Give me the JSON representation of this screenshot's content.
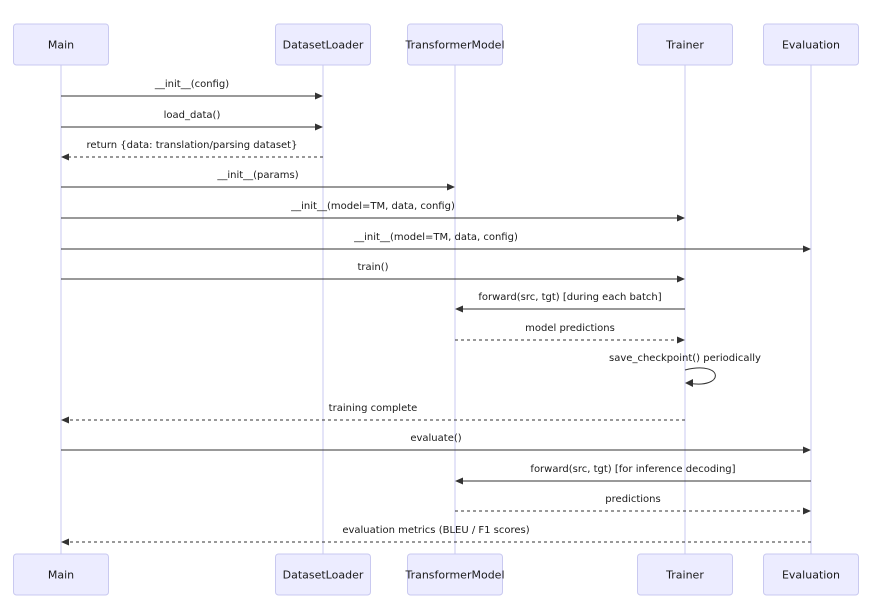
{
  "participants": [
    {
      "id": "main",
      "label": "Main"
    },
    {
      "id": "dataset_loader",
      "label": "DatasetLoader"
    },
    {
      "id": "transformer_model",
      "label": "TransformerModel"
    },
    {
      "id": "trainer",
      "label": "Trainer"
    },
    {
      "id": "evaluation",
      "label": "Evaluation"
    }
  ],
  "messages": [
    {
      "from": "main",
      "to": "dataset_loader",
      "label": "__init__(config)",
      "style": "solid"
    },
    {
      "from": "main",
      "to": "dataset_loader",
      "label": "load_data()",
      "style": "solid"
    },
    {
      "from": "dataset_loader",
      "to": "main",
      "label": "return {data: translation/parsing dataset}",
      "style": "dashed"
    },
    {
      "from": "main",
      "to": "transformer_model",
      "label": "__init__(params)",
      "style": "solid"
    },
    {
      "from": "main",
      "to": "trainer",
      "label": "__init__(model=TM, data, config)",
      "style": "solid"
    },
    {
      "from": "main",
      "to": "evaluation",
      "label": "__init__(model=TM, data, config)",
      "style": "solid"
    },
    {
      "from": "main",
      "to": "trainer",
      "label": "train()",
      "style": "solid"
    },
    {
      "from": "trainer",
      "to": "transformer_model",
      "label": "forward(src, tgt) [during each batch]",
      "style": "solid"
    },
    {
      "from": "transformer_model",
      "to": "trainer",
      "label": "model predictions",
      "style": "dashed"
    },
    {
      "from": "trainer",
      "to": "trainer",
      "label": "save_checkpoint() periodically",
      "style": "solid"
    },
    {
      "from": "trainer",
      "to": "main",
      "label": "training complete",
      "style": "dashed"
    },
    {
      "from": "main",
      "to": "evaluation",
      "label": "evaluate()",
      "style": "solid"
    },
    {
      "from": "evaluation",
      "to": "transformer_model",
      "label": "forward(src, tgt) [for inference decoding]",
      "style": "solid"
    },
    {
      "from": "transformer_model",
      "to": "evaluation",
      "label": "predictions",
      "style": "dashed"
    },
    {
      "from": "evaluation",
      "to": "main",
      "label": "evaluation metrics (BLEU / F1 scores)",
      "style": "dashed"
    }
  ],
  "colors": {
    "actor_fill": "#ECECFF",
    "actor_stroke": "#C9C9F0",
    "lifeline": "#C9C9F0",
    "message_line": "#333333"
  }
}
